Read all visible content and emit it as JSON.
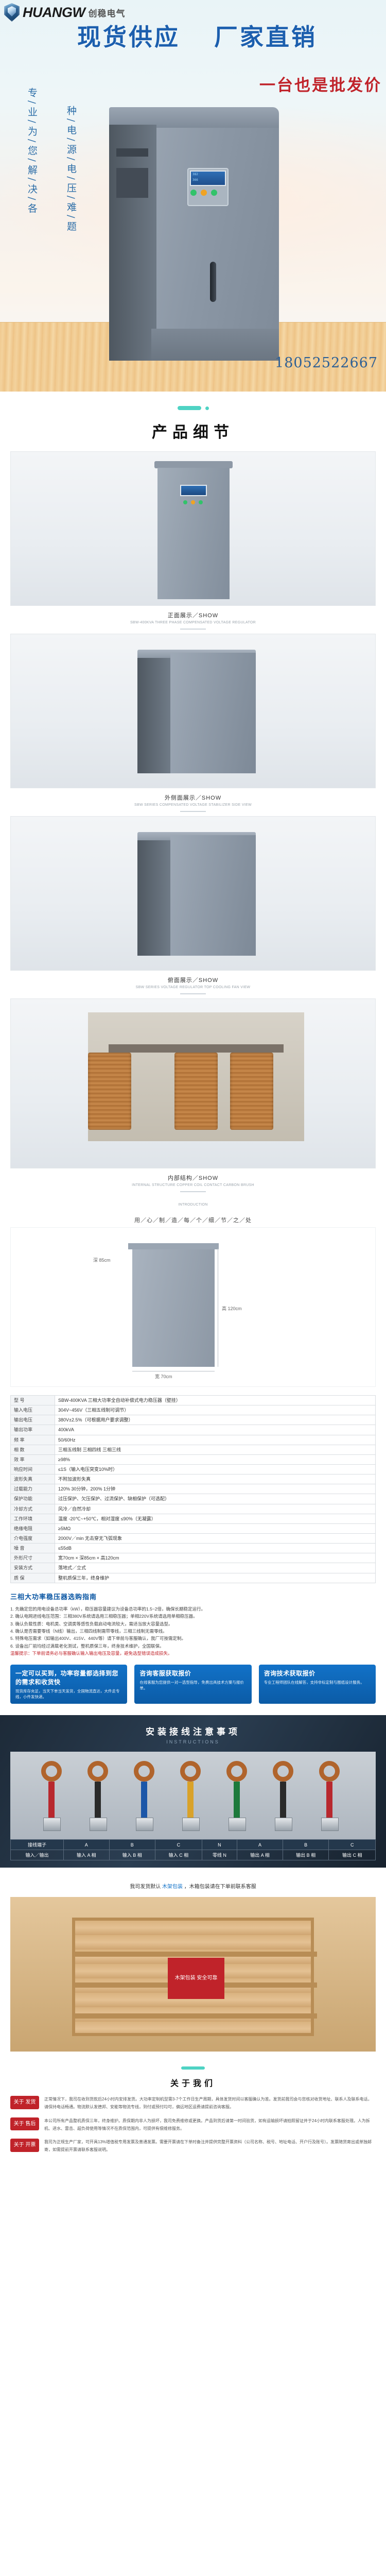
{
  "banner": {
    "brand_en": "HUANGW",
    "brand_cn": "创稳电气",
    "headline_left": "现货供应",
    "headline_right": "厂家直销",
    "wholesale": "一台也是批发价",
    "vertical_col_1": "专/业/为/您/解/决/各",
    "vertical_col_2": "种/电/源/电/压/难/题",
    "phone": "18052522667",
    "lcd_line1": "382",
    "lcd_line2": "366"
  },
  "detail_section": {
    "title": "产品细节"
  },
  "photos": [
    {
      "caption_cn": "正面展示／SHOW",
      "caption_en": "SBW-400KVA THREE PHASE COMPENSATED VOLTAGE REGULATOR"
    },
    {
      "caption_cn": "外侧面展示／SHOW",
      "caption_en": "SBW SERIES COMPENSATED VOLTAGE STABILIZER SIDE VIEW"
    },
    {
      "caption_cn": "俯面展示／SHOW",
      "caption_en": "SBW SERIES VOLTAGE REGULATOR TOP COOLING FAN VIEW"
    },
    {
      "caption_cn": "内部结构／SHOW",
      "caption_en": "INTERNAL STRUCTURE COPPER COIL CONTACT CARBON BRUSH"
    }
  ],
  "introduction": {
    "label": "INTRODUCTION",
    "dims_title": "用／心／制／造／每／个／细／节／之／处",
    "dim_width": "宽 70cm",
    "dim_height": "高 120cm",
    "dim_depth": "深 85cm"
  },
  "spec": {
    "rows": [
      {
        "k": "型  号",
        "v": "SBW-400KVA  三相大功率全自动补偿式电力稳压器（壁挂）"
      },
      {
        "k": "输入电压",
        "v": "304V~456V（三相五线制可调节）"
      },
      {
        "k": "输出电压",
        "v": "380V±2.5%（可根据用户要求调整）"
      },
      {
        "k": "输出功率",
        "v": "400kVA"
      },
      {
        "k": "频  率",
        "v": "50/60Hz"
      },
      {
        "k": "相  数",
        "v": "三相五线制 三相四线 三相三线"
      },
      {
        "k": "效  率",
        "v": "≥98%"
      },
      {
        "k": "响应时间",
        "v": "≤1S（输入电压突变10%时）"
      },
      {
        "k": "波形失真",
        "v": "不附加波形失真"
      },
      {
        "k": "过载能力",
        "v": "120%  30分钟，200%  1分钟"
      },
      {
        "k": "保护功能",
        "v": "过压保护、欠压保护、过流保护、缺相保护（可选配）"
      },
      {
        "k": "冷却方式",
        "v": "风冷／自然冷却"
      },
      {
        "k": "工作环境",
        "v": "温度 -20℃~+50℃，相对湿度 ≤90%（无凝露）"
      },
      {
        "k": "绝缘电阻",
        "v": "≥5MΩ"
      },
      {
        "k": "介电强度",
        "v": "2000V／min 无击穿无飞弧现象"
      },
      {
        "k": "噪  音",
        "v": "≤55dB"
      },
      {
        "k": "外形尺寸",
        "v": "宽70cm × 深85cm × 高120cm"
      },
      {
        "k": "安装方式",
        "v": "落地式／立式"
      },
      {
        "k": "质  保",
        "v": "整机质保三年，终身维护"
      }
    ]
  },
  "guide": {
    "title": "三相大功率稳压器选购指南",
    "lines": [
      "1. 先确定您的用电设备总功率（kW），稳压器容量建议为设备总功率的1.5~2倍，确保长期稳定运行。",
      "2. 确认电网进线电压范围：三相380V系统请选用三相稳压器；单相220V系统请选用单相稳压器。",
      "3. 确认负载性质：电机类、空调类等感性负载启动电流较大，需适当放大容量选型。",
      "4. 确认是否需要零线（N线）输出，三相四线制需带零线，三相三线制无需零线。",
      "5. 特殊电压需求（如输出400V、415V、440V等）请下单前与客服确认，我厂可按需定制。",
      "6. 设备出厂前均经过满载老化测试，整机质保三年，终身技术维护，全国联保。"
    ],
    "note": "温馨提示：下单前请务必与客服确认输入输出电压及容量，避免选型错误造成损失。"
  },
  "cta": [
    {
      "title": "一定可以买到，功率容量都选择到您的需求和收货快",
      "sub": "现货库存充足，当天下单当天发货，全国物流直达，大件走专线，小件发快递。"
    },
    {
      "title": "咨询客服获取报价",
      "sub": "在线客服为您提供一对一选型指导，免费出具技术方案与报价单。"
    },
    {
      "title": "咨询技术获取报价",
      "sub": "专业工程师团队在线解答，支持非标定制与图纸设计服务。"
    }
  ],
  "instructions": {
    "title": "安装接线注意事项",
    "subtitle": "INSTRUCTIONS",
    "table": {
      "headers": [
        "接线端子",
        "A",
        "B",
        "C",
        "N",
        "A",
        "B",
        "C"
      ],
      "rows": [
        [
          "输入／输出",
          "输入 A 相",
          "输入 B 相",
          "输入 C 相",
          "零线 N",
          "输出 A 相",
          "输出 B 相",
          "输出 C 相"
        ]
      ]
    }
  },
  "packing": {
    "line_cn": "我司发货默认",
    "line_blue": "木架包装",
    "line_cn2": "，木箱包装请在下单前联系客服",
    "badge": "木架包装 安全可靠"
  },
  "about": {
    "title": "关于我们",
    "cards": [
      {
        "tag": "关于\n发货",
        "text": "正常情况下，我司在收到货款后24小时内安排发货。大功率定制机型需3-7个工作日生产周期，具体发货时间以客服确认为准。发货前我司会与您核对收货地址、联系人及联系电话，请保持电话畅通。物流默认发德邦、安能等物流专线，到付或预付均可，偏远地区运费请提前咨询客服。"
      },
      {
        "tag": "关于\n售后",
        "text": "本公司所有产品整机质保三年，终身维护。质保期内非人为损坏，我司免费维修或更换。产品到货后请第一时间验货，如有运输损坏请拍照留证并于24小时内联系客服处理。人为拆机、进水、雷击、超负荷使用等情况不在质保范围内，可提供有偿维修服务。"
      },
      {
        "tag": "关于\n开票",
        "text": "我司为正规生产厂家，可开具13%增值税专用发票及普通发票。需要开票请在下单时备注并提供完整开票资料（公司名称、税号、地址电话、开户行及账号）。发票随货寄出或单独邮寄，如需提前开票请联系客服说明。"
      }
    ]
  }
}
